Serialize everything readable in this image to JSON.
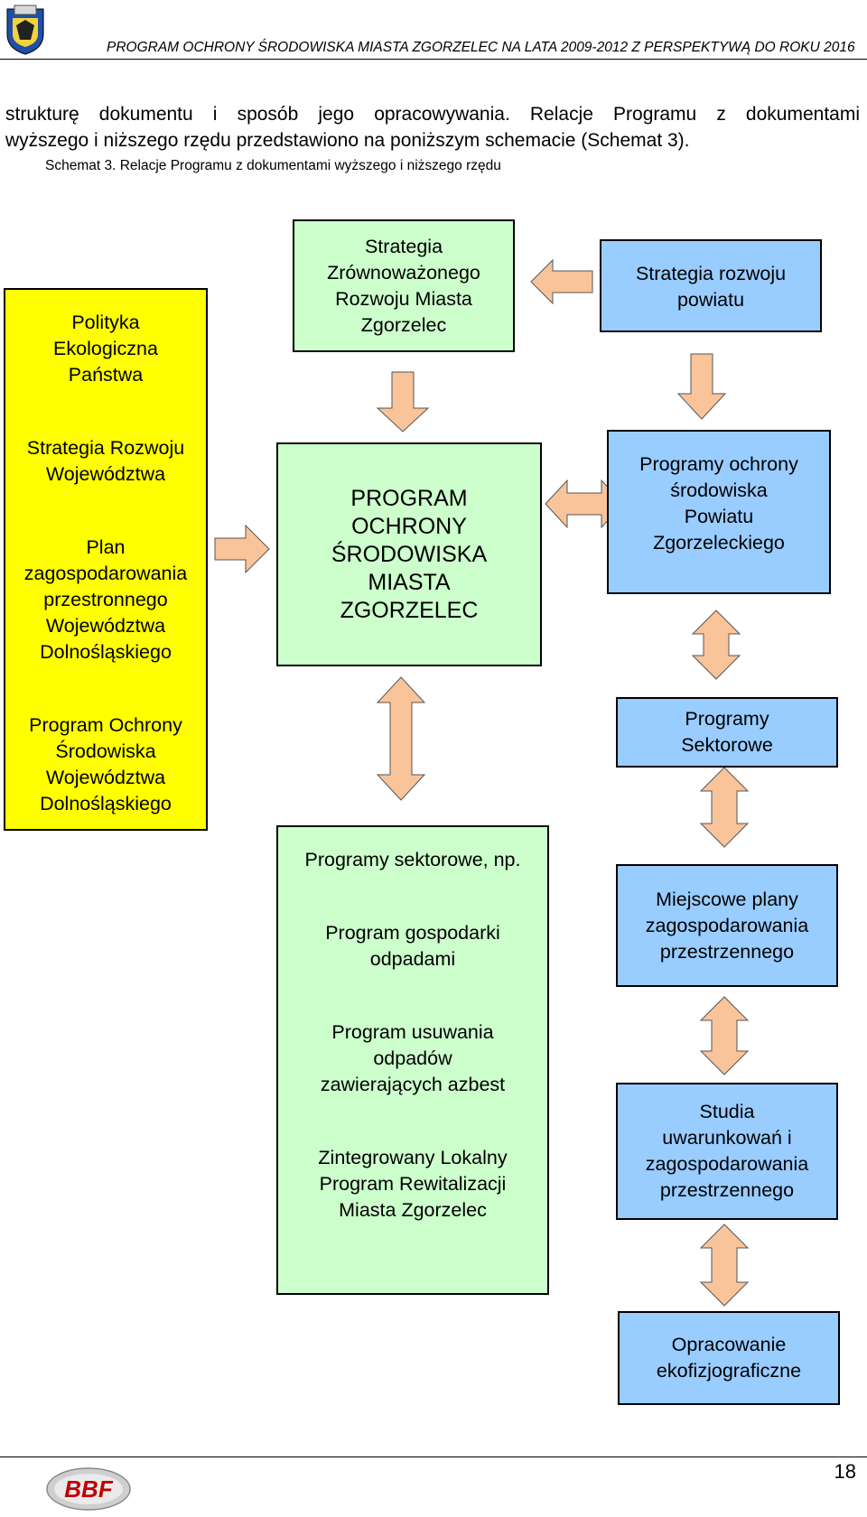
{
  "header": {
    "title": "PROGRAM OCHRONY ŚRODOWISKA MIASTA ZGORZELEC NA LATA 2009-2012 Z PERSPEKTYWĄ DO ROKU 2016"
  },
  "body": {
    "intro_line1": "strukturę dokumentu i sposób jego opracowywania. Relacje Programu z dokumentami",
    "intro_line2": "wyższego i niższego rzędu przedstawiono na poniższym schemacie (Schemat 3).",
    "caption": "Schemat 3. Relacje Programu z dokumentami wyższego i niższego rzędu"
  },
  "diagram": {
    "left_box": {
      "item1": "Polityka\nEkologiczna\nPaństwa",
      "item2": "Strategia Rozwoju\nWojewództwa",
      "item3": "Plan\nzagospodarowania\nprzestronnego\nWojewództwa\nDolnośląskiego",
      "item4": "Program Ochrony\nŚrodowiska\nWojewództwa\nDolnośląskiego"
    },
    "strategy_box": "Strategia\nZrównoważonego\nRozwoju Miasta\nZgorzelec",
    "county_strategy_box": "Strategia rozwoju\npowiatu",
    "main_program_box": "PROGRAM\nOCHRONY\nŚRODOWISKA\nMIASTA\nZGORZELEC",
    "county_programs_box": "Programy ochrony\nśrodowiska\nPowiatu\nZgorzeleckiego",
    "sector_programs_box": "Programy\nSektorowe",
    "sectoral_list_box": {
      "item1": "Programy sektorowe, np.",
      "item2": "Program gospodarki\nodpadami",
      "item3": "Program usuwania\nodpadów\nzawierających azbest",
      "item4": "Zintegrowany Lokalny\nProgram Rewitalizacji\nMiasta Zgorzelec"
    },
    "local_plans_box": "Miejscowe plany\nzagospodarowania\nprzestrzennego",
    "studies_box": "Studia\nuwarunkowań i\nzagospodarowania\nprzestrzennego",
    "ecophysiographic_box": "Opracowanie\nekofizjograficzne",
    "colors": {
      "yellow": "#ffff00",
      "green": "#ccffcc",
      "blue": "#99ccff",
      "arrow": "#f9c49a"
    }
  },
  "footer": {
    "logo_text": "BBF",
    "page_number": "18"
  }
}
